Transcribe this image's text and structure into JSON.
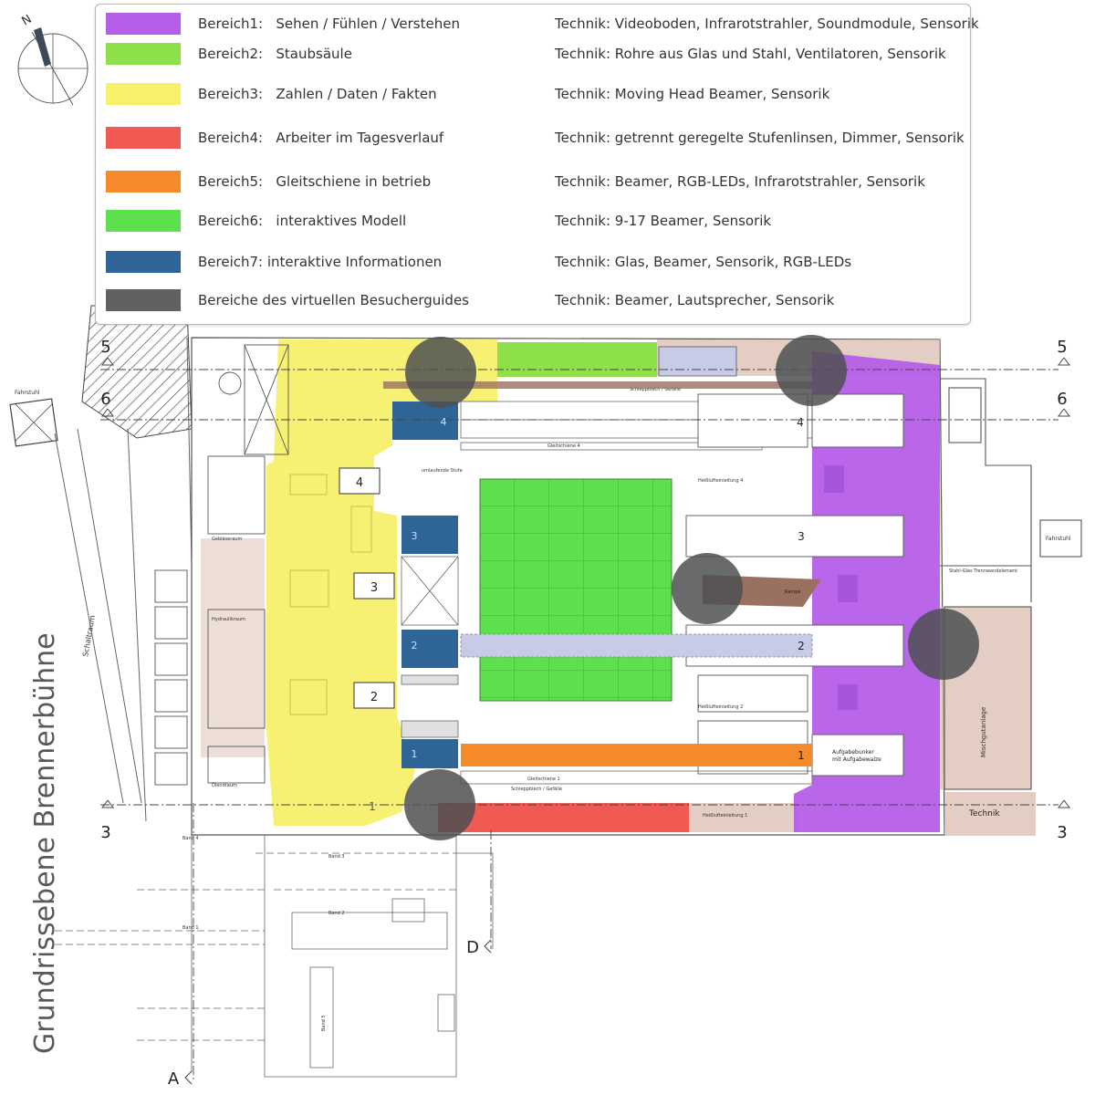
{
  "legend": {
    "rows": [
      {
        "name": "Bereich1:   Sehen / Fühlen / Verstehen",
        "tech": "Technik: Videoboden, Infrarotstrahler, Soundmodule, Sensorik",
        "color": "#b55ee9"
      },
      {
        "name": "Bereich2:   Staubsäule",
        "tech": "Technik: Rohre aus Glas und Stahl, Ventilatoren, Sensorik",
        "color": "#8ee04a"
      },
      {
        "name": "Bereich3:   Zahlen / Daten / Fakten",
        "tech": "Technik: Moving Head Beamer, Sensorik",
        "color": "#f6f06a"
      },
      {
        "name": "Bereich4:   Arbeiter im Tagesverlauf",
        "tech": "Technik: getrennt geregelte Stufenlinsen, Dimmer, Sensorik",
        "color": "#f05a52"
      },
      {
        "name": "Bereich5:   Gleitschiene in betrieb",
        "tech": "Technik: Beamer, RGB-LEDs, Infrarotstrahler, Sensorik",
        "color": "#f58a2a"
      },
      {
        "name": "Bereich6:   interaktives Modell",
        "tech": "Technik: 9-17 Beamer, Sensorik",
        "color": "#5ee04e"
      },
      {
        "name": "Bereich7: interaktive Informationen",
        "tech": "Technik: Glas, Beamer, Sensorik, RGB-LEDs",
        "color": "#2e6496"
      },
      {
        "name": "Bereiche des virtuellen Besucherguides",
        "tech": "Technik: Beamer, Lautsprecher, Sensorik",
        "color": "#5e6062"
      }
    ]
  },
  "drawing_title": "Grundrissebene Brennerbühne",
  "compass_label": "N",
  "axis_labels": {
    "five": "5",
    "six": "6",
    "three": "3",
    "a": "A",
    "d": "D"
  },
  "station_numbers": [
    "4",
    "3",
    "2",
    "1"
  ],
  "room_labels": {
    "schaltraum": "Schaltraum",
    "fahrstuhl": "Fahrstuhl",
    "technik": "Technik",
    "mischgutanlage": "Mischgutanlage",
    "aufgabebunker_1": "Aufgabebunker",
    "aufgabebunker_2": "mit Aufgabewalze",
    "hydraulikraum": "Hydraulikraum",
    "geblaeseraum": "Gebläseraum",
    "oelendraum": "Ölendraum",
    "gleitschiene_1": "Gleitschiene 1",
    "gleitschiene_4": "Gleitschiene 4",
    "heissluftleitung_1": "Heißlufteinleitung 1",
    "heissluftleitung_2": "Heißlufteinleitung 2",
    "heissluftleitung_4": "Heißlufteinleitung 4",
    "rampe": "Rampe",
    "stahlglas": "Stahl-Glas Trennwandelement",
    "schleppblech_1": "Schleppblech / Gefälle",
    "schleppblech_4": "Schleppblech / Gefälle",
    "umlaufende_stufe": "umlaufende Stufe",
    "band_1": "Band 1",
    "band_2": "Band 2",
    "band_3": "Band 3",
    "band_4": "Band 4",
    "band_5": "Band 5"
  },
  "colors": {
    "bereich1": "#b55ee9",
    "bereich2": "#8ee04a",
    "bereich3": "#f6f06a",
    "bereich4": "#f05a52",
    "bereich5": "#f58a2a",
    "bereich6": "#5ee04e",
    "bereich7": "#2e6496",
    "guide": "#5e6062",
    "floor": "#d8b8a8",
    "rampe": "#9a7060",
    "lightblue": "#c8cbe6"
  }
}
